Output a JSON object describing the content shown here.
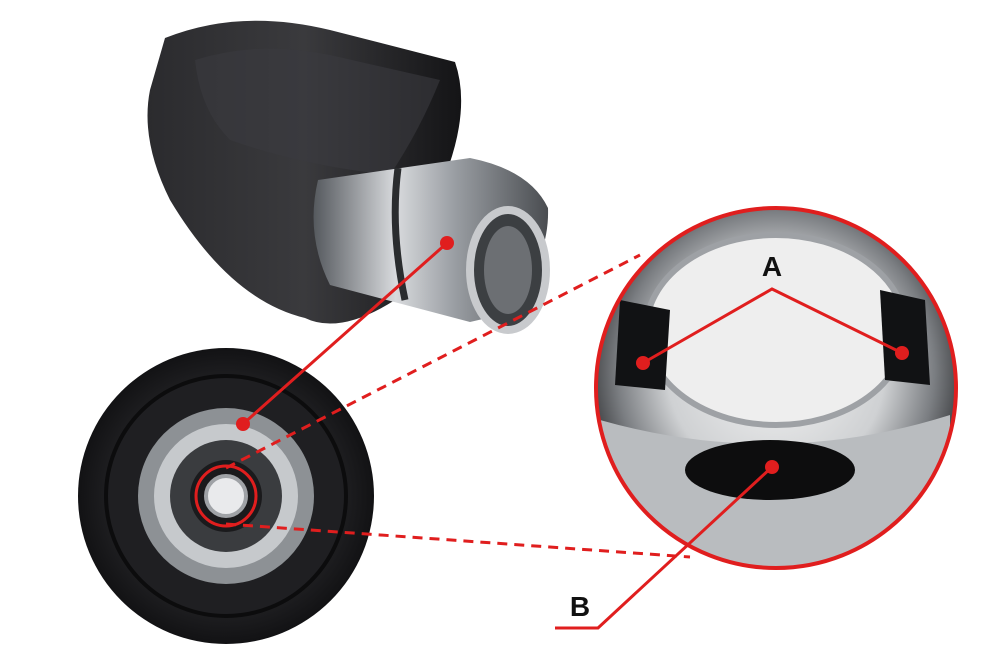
{
  "labels": {
    "a": "A",
    "b": "B"
  },
  "colors": {
    "annotation_red": "#e01e1e",
    "background": "#ffffff",
    "housing_black": "#1c1c1e",
    "metal_silver": "#b9bcc0"
  },
  "icons": {
    "housing_side_view": "black-plastic-housing-with-metal-sleeve",
    "housing_end_view": "housing-end-view",
    "magnified_detail": "magnified-bore-interior"
  }
}
